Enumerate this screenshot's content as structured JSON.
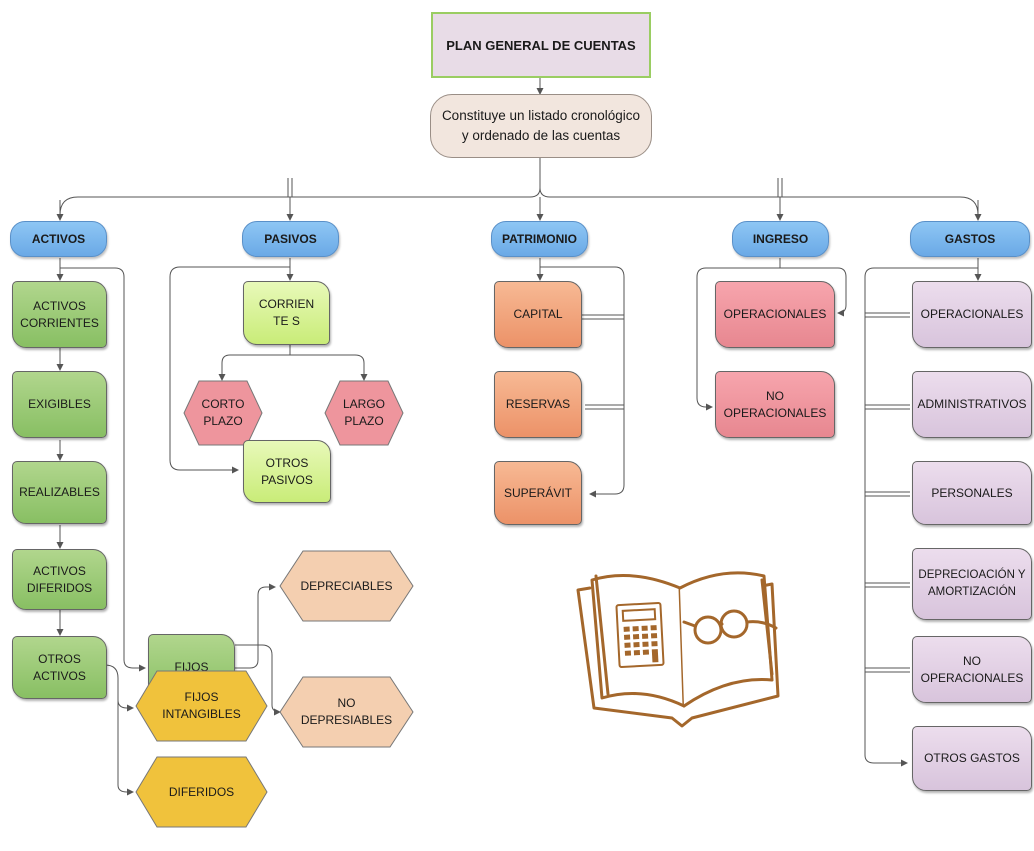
{
  "title": "PLAN GENERAL DE CUENTAS",
  "description": "Constituye un listado cronológico y ordenado  de las cuentas",
  "categories": {
    "activos": "ACTIVOS",
    "pasivos": "PASIVOS",
    "patrimonio": "PATRIMONIO",
    "ingreso": "INGRESO",
    "gastos": "GASTOS"
  },
  "activos": {
    "corrientes": "ACTIVOS CORRIENTES",
    "exigibles": "EXIGIBLES",
    "realizables": "REALIZABLES",
    "diferidos": "ACTIVOS DIFERIDOS",
    "otros": "OTROS ACTIVOS",
    "fijos": "FIJOS",
    "depreciables": "DEPRECIABLES",
    "no_depresiables": "NO DEPRESIABLES",
    "fijos_intangibles": "FIJOS INTANGIBLES",
    "diferidos_sub": "DIFERIDOS"
  },
  "pasivos": {
    "corrientes": "CORRIENTE S",
    "corto": "CORTO PLAZO",
    "largo": "LARGO PLAZO",
    "otros": "OTROS PASIVOS"
  },
  "patrimonio": {
    "capital": "CAPITAL",
    "reservas": "RESERVAS",
    "superavit": "SUPERÁVIT"
  },
  "ingreso": {
    "operacionales": "OPERACIONALES",
    "no_operacionales": "NO OPERACIONALES"
  },
  "gastos": {
    "operacionales": "OPERACIONALES",
    "administrativos": "ADMINISTRATIVOS",
    "personales": "PERSONALES",
    "depreciacion": "DEPRECIOACIÓN Y AMORTIZACIÓN",
    "no_operacionales": "NO OPERACIONALES",
    "otros": "OTROS GASTOS"
  },
  "colors": {
    "pill": "#7db8ef",
    "green": "#9ccb78",
    "lime": "#d6f192",
    "orange": "#f0a27c",
    "pink": "#ee959d",
    "lavender": "#e0cfe2",
    "gold": "#f0c23c",
    "tan": "#f4cfb0",
    "book": "#a4672b"
  },
  "illustration": "book-with-calculator-and-glasses-icon"
}
